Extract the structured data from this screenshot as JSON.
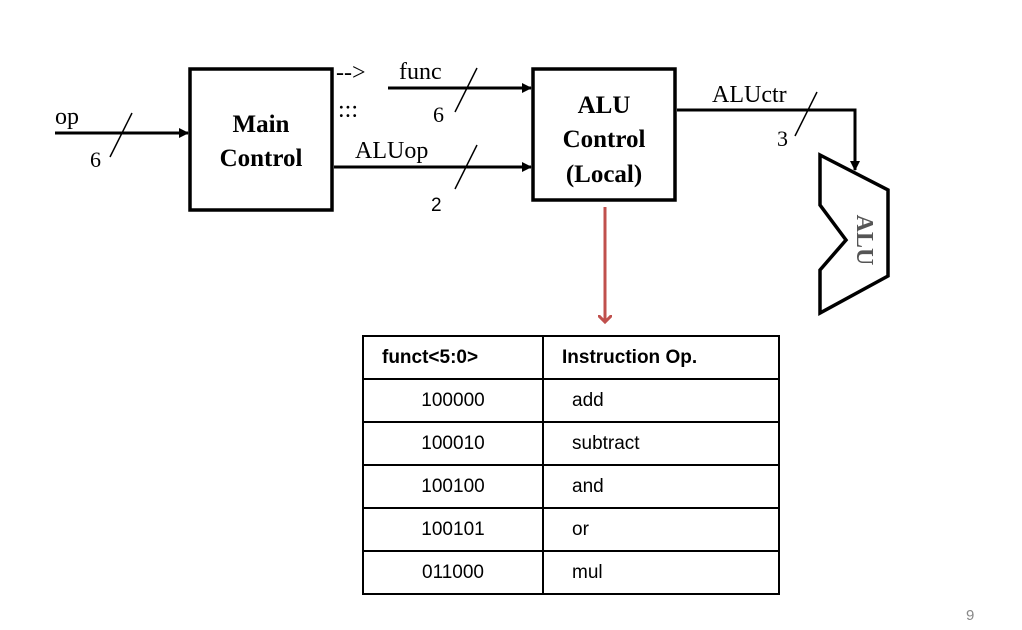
{
  "main_control": {
    "line1": "Main",
    "line2": "Control"
  },
  "alu_control": {
    "line1": "ALU",
    "line2": "Control",
    "line3": "(Local)"
  },
  "signals": {
    "op": {
      "name": "op",
      "width": "6"
    },
    "func": {
      "name": "func",
      "width": "6",
      "arrow": "-->",
      "dots": ":::"
    },
    "aluop": {
      "name": "ALUop",
      "width": "2"
    },
    "aluctr": {
      "name": "ALUctr",
      "width": "3"
    }
  },
  "alu_label": "ALU",
  "table": {
    "headers": [
      "funct<5:0>",
      "Instruction Op."
    ],
    "rows": [
      [
        "100000",
        "add"
      ],
      [
        "100010",
        "subtract"
      ],
      [
        "100100",
        "and"
      ],
      [
        "100101",
        "or"
      ],
      [
        "011000",
        "mul"
      ]
    ]
  },
  "page_number": "9",
  "colors": {
    "connector_arrow": "#c0504d",
    "lines": "#000000"
  }
}
